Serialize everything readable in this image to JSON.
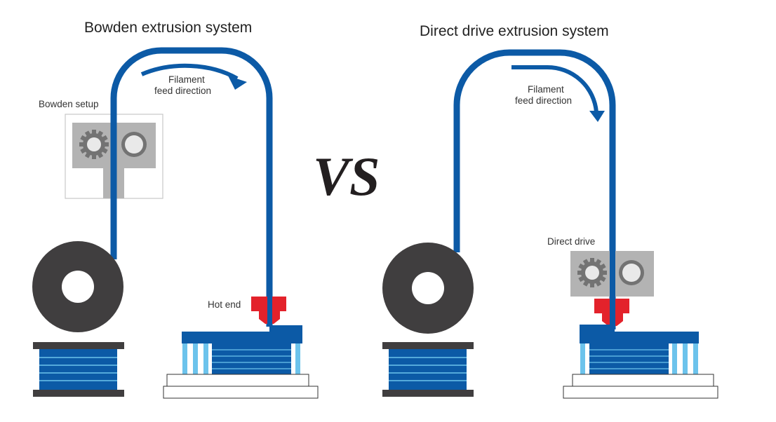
{
  "left_panel": {
    "title": "Bowden extrusion system",
    "feed_label_line1": "Filament",
    "feed_label_line2": "feed direction",
    "setup_label": "Bowden setup",
    "hot_end_label": "Hot end"
  },
  "separator": {
    "text": "VS"
  },
  "right_panel": {
    "title": "Direct drive extrusion system",
    "feed_label_line1": "Filament",
    "feed_label_line2": "feed direction",
    "setup_label": "Direct drive"
  },
  "colors": {
    "filament_blue": "#0c5aa6",
    "light_blue": "#6cc3ec",
    "spool_dark": "#403e3f",
    "hot_end_red": "#e3222b",
    "extruder_gray": "#b3b3b3",
    "gear_gray": "#737373"
  }
}
